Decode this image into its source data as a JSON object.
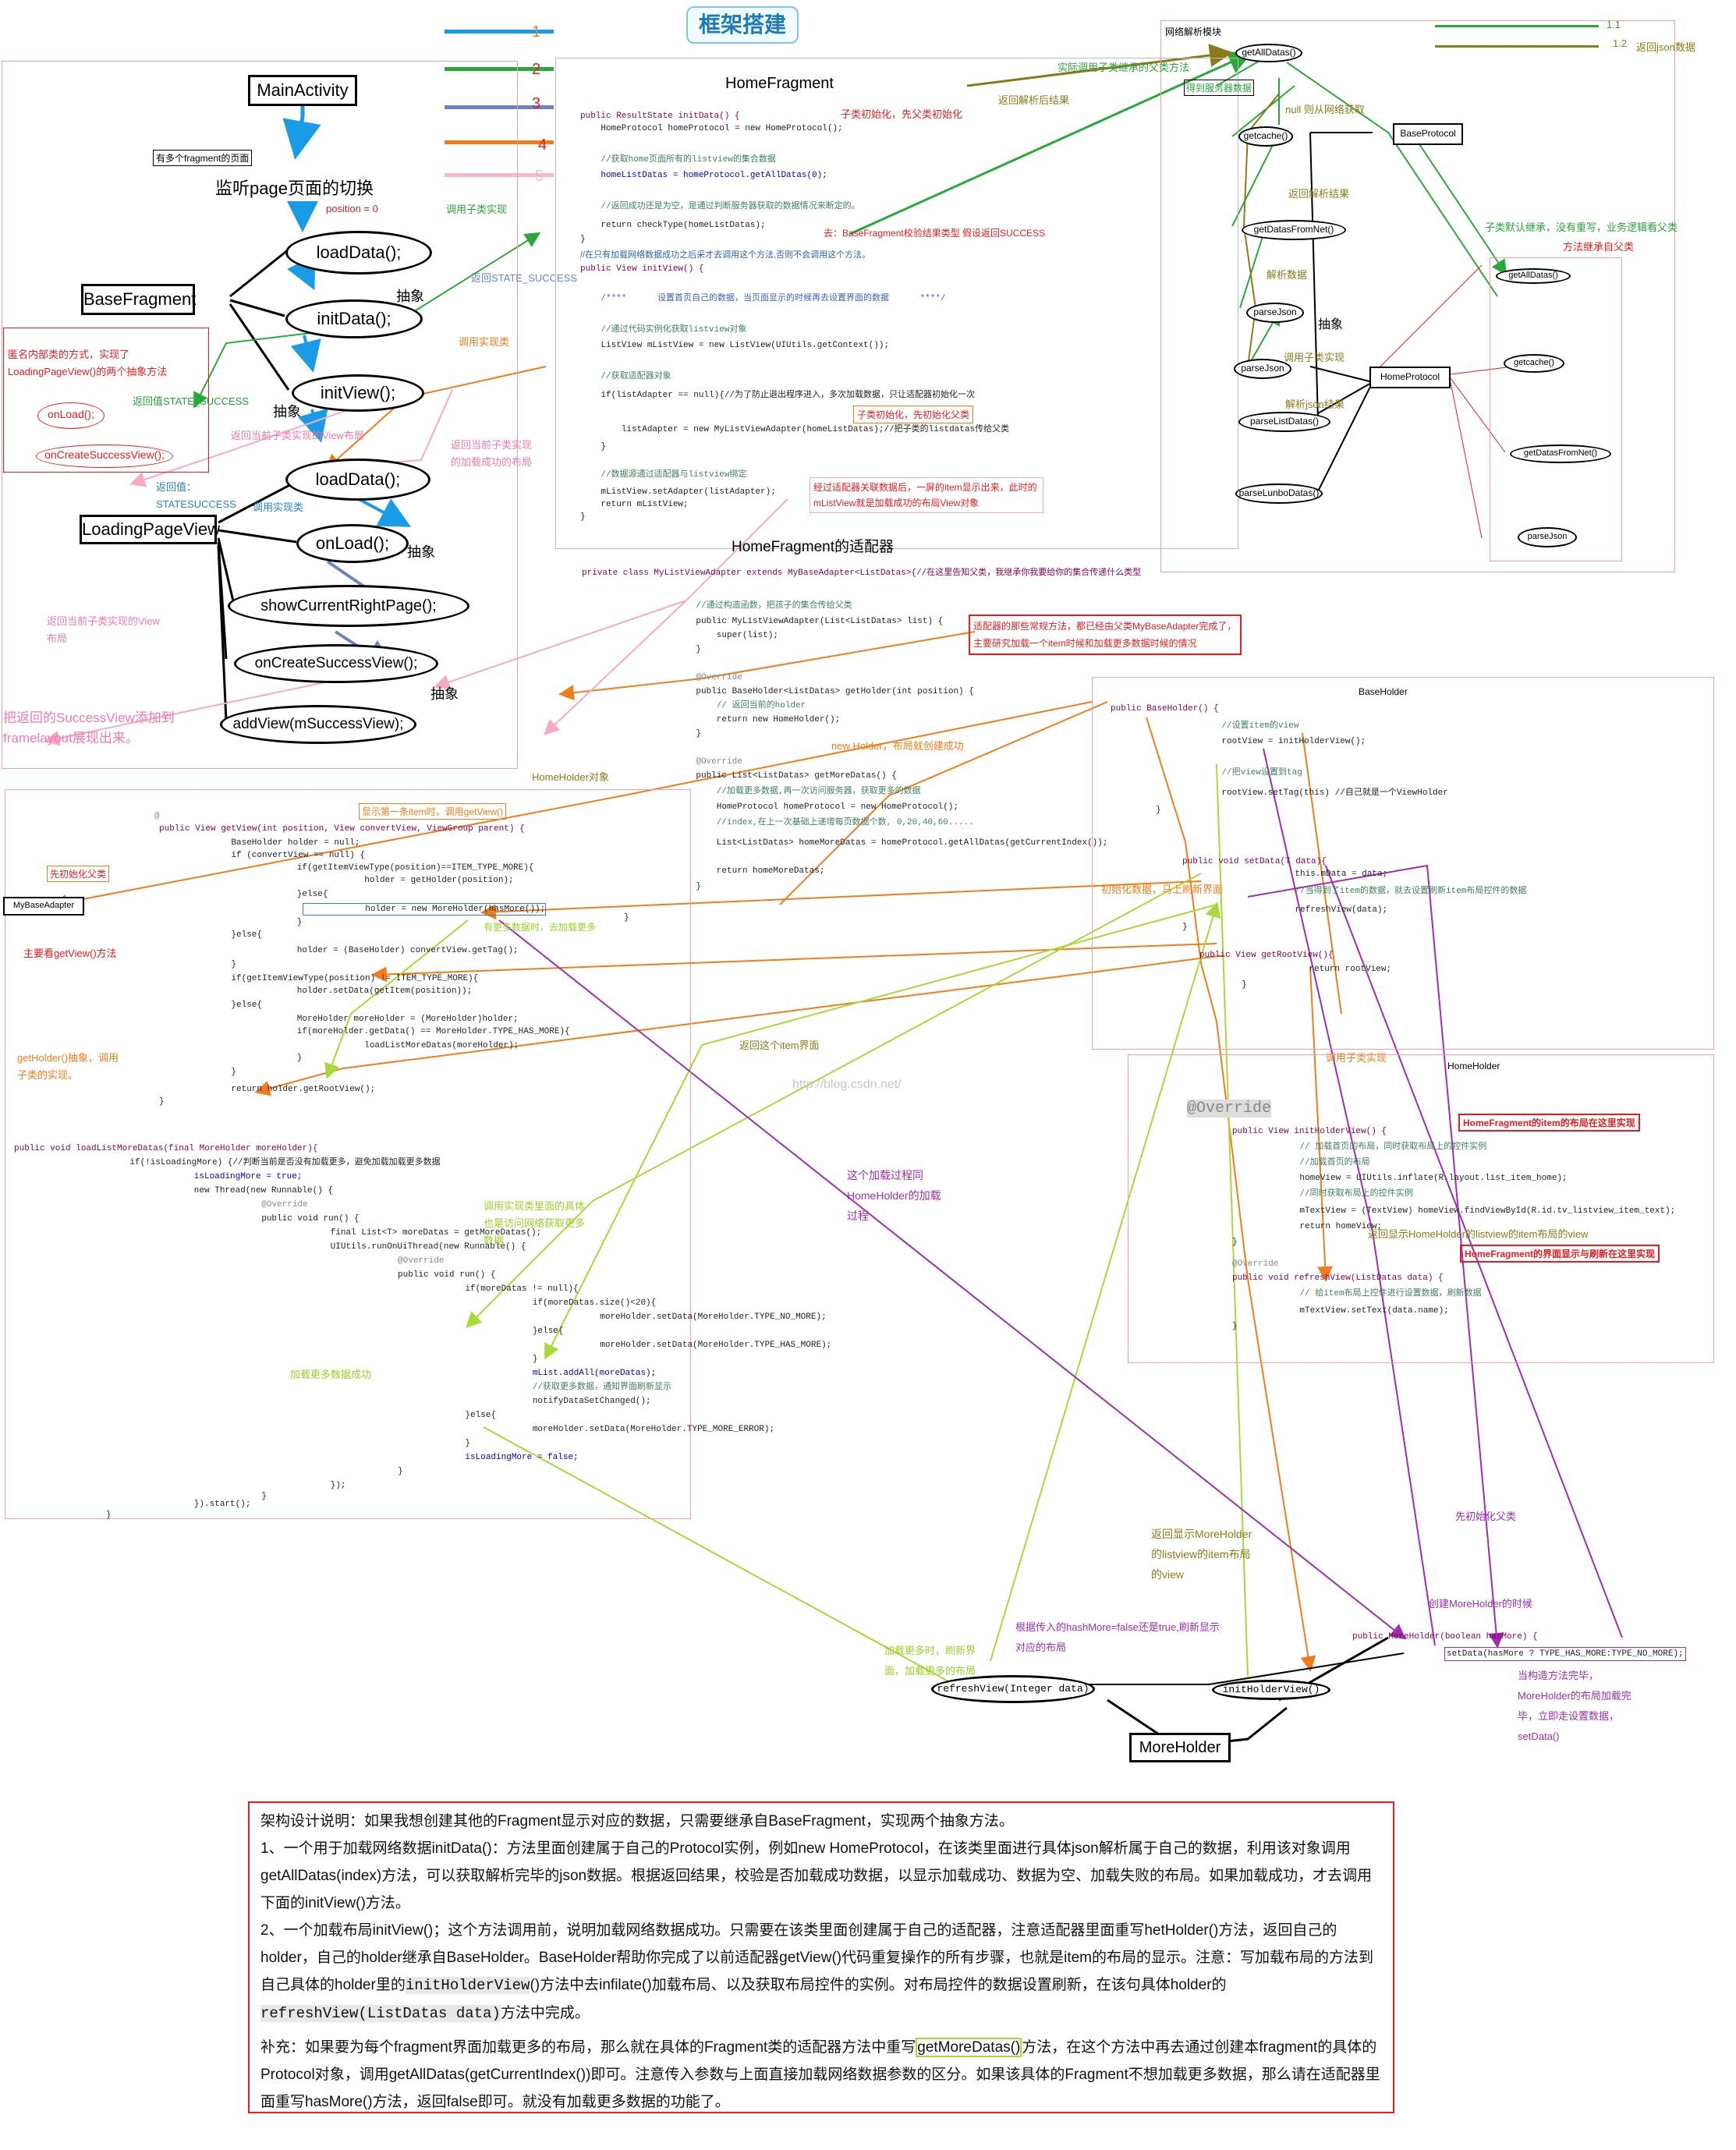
{
  "title": "框架搭建",
  "legend": {
    "items": [
      {
        "num": "1",
        "color": "#1a9be6"
      },
      {
        "num": "2",
        "color": "#2aa83a"
      },
      {
        "num": "3",
        "color": "#6a86c2"
      },
      {
        "num": "4",
        "color": "#f07d1a"
      },
      {
        "num": "5",
        "color": "#f7b8cf"
      }
    ],
    "right_items": [
      {
        "num": "1.1",
        "color": "#2aa83a"
      },
      {
        "num": "1.2",
        "color": "#8a7a18",
        "label": "返回json数据"
      }
    ]
  },
  "left_diagram": {
    "main_activity": "MainActivity",
    "fragment_note": "有多个fragment的页面",
    "page_switch": "监听page页面的切换",
    "position": "position = 0",
    "base_fragment": "BaseFragment",
    "loading_page_view": "LoadingPageView",
    "load_data": "loadData();",
    "init_data": "initData();",
    "init_view": "initView();",
    "load_data2": "loadData();",
    "on_load": "onLoad();",
    "show_current": "showCurrentRightPage();",
    "on_create_success": "onCreateSuccessView();",
    "add_view": "addView(mSuccessView);",
    "on_load_small": "onLoad();",
    "on_create_small": "onCreateSuccessView();",
    "abstract1": "抽象",
    "abstract2": "抽象",
    "abstract3": "抽象",
    "abstract4": "抽象",
    "anon_note": "匿名内部类的方式，实现了LoadingPageView()的两个抽象方法",
    "return_state": "返回值STATE_SUCCESS",
    "return_value": "返回值：STATESUCCESS",
    "call_impl": "调用实现类",
    "call_impl2": "调用实现类",
    "call_impl3": "调用子类实现",
    "return_view": "返回当前子类实现的View布局",
    "return_view2": "返回当前子类实现的View布局",
    "return_view3": "返回当前子类实现的加载成功的布局",
    "success_add": "把返回的SuccessView添加到framelayout展现出来。",
    "return_state2": "返回STATE_SUCCESS"
  },
  "home_fragment": {
    "title": "HomeFragment",
    "code": [
      "public ResultState initData() {",
      "    HomeProtocol homeProtocol = new HomeProtocol();",
      "    //获取home页面所有的listview的集合数据",
      "    homeListDatas = homeProtocol.getAllDatas(0);",
      "    //返回成功还是为空，是通过判断服务器获取的数据情况来断定的。",
      "    return checkType(homeListDatas);",
      "}",
      "//在只有加载网络数据成功之后采才去调用这个方法,否则不会调用这个方法。",
      "public View initView() {",
      "    /****      设置首页自己的数据，当页面显示的时候再去设置界面的数据      ****/",
      "    //通过代码实例化获取listview对象",
      "    ListView mListView = new ListView(UIUtils.getContext());",
      "    //获取适配器对象",
      "    if(listAdapter == null){//为了防止退出程序进入，多次加载数据，只让适配器初始化一次",
      "        listAdapter = new MyListViewAdapter(homeListDatas);//把子类的listdatas传给父类",
      "    }",
      "    //数据源通过适配器与listview绑定",
      "    mListView.setAdapter(listAdapter);",
      "    return mListView;",
      "}"
    ],
    "ann_child_init": "子类初始化，先父类初始化",
    "ann_check": "去：BaseFragment校验结果类型  假设返回SUCCESS",
    "ann_child_init2": "子类初始化，先初始化父类",
    "ann_adapter": "经过适配器关联数据后，一屏的item显示出来，此时的mListView就是加载成功的布局View对象"
  },
  "adapter": {
    "title": "HomeFragment的适配器",
    "code": [
      "private class MyListViewAdapter extends MyBaseAdapter<ListDatas>{//在这里告知父类，我继承你我要给你的集合传递什么类型",
      "    //通过构造函数，把孩子的集合传给父类",
      "    public MyListViewAdapter(List<ListDatas> list) {",
      "        super(list);",
      "    }",
      "    @Override",
      "    public BaseHolder<ListDatas> getHolder(int position) {",
      "        // 返回当前的holder",
      "        return new HomeHolder();",
      "    }",
      "    @Override",
      "    public List<ListDatas> getMoreDatas() {",
      "        //加载更多数据,再一次访问服务器，获取更多的数据",
      "        HomeProtocol homeProtocol = new HomeProtocol();",
      "        //index,在上一次基础上递增每页数据个数, 0,20,40,60.....",
      "        List<ListDatas> homeMoreDatas = homeProtocol.getAllDatas(getCurrentIndex());",
      "        return homeMoreDatas;",
      "    }",
      "}"
    ],
    "ann_adapter": "适配器的那些常规方法，都已经由父类MyBaseAdapter完成了，主要研究加载一个item时候和加载更多数据时候的情况",
    "ann_holder": "new Holder，布局就创建成功",
    "ann_home_holder": "HomeHolder对象"
  },
  "network": {
    "title": "网络解析模块",
    "get_all_datas": "getAllDatas()",
    "get_cache": "getcache()",
    "get_datas_from_net": "getDatasFromNet()",
    "parse_json": "parseJson",
    "parse_json2": "parseJson",
    "parse_list": "parseListDatas()",
    "parse_lunbo": "parseLunboDatas()",
    "base_protocol": "BaseProtocol",
    "home_protocol": "HomeProtocol",
    "abstract": "抽象",
    "ann_server": "得到服务器数据",
    "ann_null": "null  则从网络获取",
    "ann_return_parse": "返回解析后结果",
    "ann_return_parse2": "返回解析结果",
    "ann_parse_data": "解析数据",
    "ann_call_child": "调用子类实现",
    "ann_parse_json": "解析json结果",
    "ann_default": "子类默认继承，没有重写，业务逻辑看父类",
    "ann_method": "方法继承自父类",
    "ann_call_parent": "实际调用子类继承的父类方法",
    "ann_return_parse3": "返回解析后结果",
    "right_get_all": "getAllDatas()",
    "right_get_cache": "getcache()",
    "right_get_net": "getDatasFromNet()",
    "right_parse": "parseJson"
  },
  "my_base_adapter": {
    "label": "MyBaseAdapter",
    "code": [
      "@",
      "public View getView(int position, View convertView, ViewGroup parent) {",
      "    BaseHolder holder = null;",
      "    if (convertView == null) {",
      "        if(getItemViewType(position)==ITEM_TYPE_MORE){",
      "            holder = getHolder(position);",
      "        }else{",
      "            holder = new MoreHolder(hasMore());",
      "        }",
      "    }else{",
      "        holder = (BaseHolder) convertView.getTag();",
      "    }",
      "    if(getItemViewType(position) != ITEM_TYPE_MORE){",
      "        holder.setData(getItem(position));",
      "    }else{",
      "        MoreHolder moreHolder = (MoreHolder)holder;",
      "        if(moreHolder.getData() == MoreHolder.TYPE_HAS_MORE){",
      "            loadListMoreDatas(moreHolder);",
      "        }",
      "    }",
      "    return holder.getRootView();",
      "}"
    ],
    "code2": [
      "public void loadListMoreDatas(final MoreHolder moreHolder){",
      "    if(!isLoadingMore) {//判断当前是否没有加载更多，避免加载加载更多数据",
      "        isLoadingMore = true;",
      "        new Thread(new Runnable() {",
      "            @Override",
      "            public void run() {",
      "                final List<T> moreDatas = getMoreDatas();",
      "                UIUtils.runOnUiThread(new Runnable() {",
      "                    @Override",
      "                    public void run() {",
      "                        if(moreDatas != null){",
      "                            if(moreDatas.size()<20){",
      "                                moreHolder.setData(MoreHolder.TYPE_NO_MORE);",
      "                            }else{",
      "                                moreHolder.setData(MoreHolder.TYPE_HAS_MORE);",
      "                            }",
      "                            mList.addAll(moreDatas);",
      "                            //获取更多数据，通知界面刷新显示",
      "                            notifyDataSetChanged();",
      "                        }else{",
      "                            moreHolder.setData(MoreHolder.TYPE_MORE_ERROR);",
      "                        }",
      "                        isLoadingMore = false;",
      "                    }",
      "                });",
      "            }",
      "        }).start();",
      "}"
    ],
    "ann_show_item": "显示第一条item时，调用getView()",
    "ann_init_parent": "先初始化父类",
    "ann_main": "主要看getView()方法",
    "ann_get_holder": "getHolder()抽象，调用子类的实现。",
    "ann_more": "有更多数据时，去加载更多",
    "ann_return_item": "返回这个item界面",
    "ann_call_impl": "调用实现类里面的具体也是访问网络获取更多数据",
    "ann_load_success": "加载更多数据成功"
  },
  "base_holder": {
    "title": "BaseHolder",
    "code": [
      "public BaseHolder() {",
      "    //设置item的view",
      "    rootView = initHolderView();",
      "    //把view设置到tag",
      "    rootView.setTag(this) //自己就是一个ViewHolder",
      "}",
      "public void setData(T data){",
      "    this.mData = data;",
      "    //当得到了item的数据，就去设置刷新item布局控件的数据",
      "    refreshView(data);",
      "}",
      "public View getRootView(){",
      "    return rootView;",
      "}"
    ],
    "ann_init": "初始化数据，马上刷新界面",
    "ann_call_child": "调用子类实现"
  },
  "home_holder": {
    "title": "HomeHolder",
    "override": "@Override",
    "code": [
      "public View initHolderView() {",
      "    // 加载首页的布局，同时获取布局上的控件实例",
      "    //加载首页的布局",
      "    homeView = UIUtils.inflate(R.layout.list_item_home);",
      "    //同时获取布局上的控件实例",
      "    mTextView = (TextView) homeView.findViewById(R.id.tv_listview_item_text);",
      "    return homeView;",
      "}",
      "@Override",
      "public void refreshView(ListDatas data) {",
      "    // 给item布局上控件进行设置数据，刷新数据",
      "    mTextView.setText(data.name);",
      "}"
    ],
    "ann_layout": "HomeFragment的item的布局在这里实现",
    "ann_return": "返回显示HomeHolder的listview的item布局的view",
    "ann_refresh": "HomeFragment的界面显示与刷新在这里实现"
  },
  "more_holder": {
    "label": "MoreHolder",
    "refresh_view": "refreshView(Integer data)",
    "init_holder_view": "initHolderView()",
    "ctor_code": "public MoreHolder(boolean hasMore) {",
    "set_data_code": "setData(hasMore ? TYPE_HAS_MORE:TYPE_NO_MORE);",
    "ann_process": "这个加载过程同HomeHolder的加载过程",
    "ann_return": "返回显示MoreHolder的listview的item布局的view",
    "ann_init_parent": "先初始化父类",
    "ann_create": "创建MoreHolder的时候",
    "ann_construct": "当构造方法完毕，MoreHolder的布局加载完毕，立即走设置数据，setData()",
    "ann_has_more": "根据传入的hashMore=false还是true,刷新显示对应的布局",
    "ann_load_more": "加载更多时，刷新界面，加载更多的布局"
  },
  "watermark": "http://blog.csdn.net/",
  "description": {
    "p1": "架构设计说明：如果我想创建其他的Fragment显示对应的数据，只需要继承自BaseFragment，实现两个抽象方法。",
    "p2": "1、一个用于加载网络数据initData()：方法里面创建属于自己的Protocol实例，例如new HomeProtocol，在该类里面进行具体json解析属于自己的数据，利用该对象调用getAllDatas(index)方法，可以获取解析完毕的json数据。根据返回结果，校验是否加载成功数据，以显示加载成功、数据为空、加载失败的布局。如果加载成功，才去调用下面的initView()方法。",
    "p3a": "2、一个加载布局initView()；这个方法调用前，说明加载网络数据成功。只需要在该类里面创建属于自己的适配器，注意适配器里面重写hetHolder()方法，返回自己的holder，自己的holder继承自BaseHolder。BaseHolder帮助你完成了以前适配器getView()代码重复操作的所有步骤，也就是item的布局的显示。注意：写加载布局的方法到自己具体的holder里的",
    "p3_code1": "initHolderView",
    "p3b": "()方法中去infilate()加载布局、以及获取布局控件的实例。对布局控件的数据设置刷新，在该句具体holder的",
    "p3_code2": "refreshView(ListDatas data)",
    "p3c": "方法中完成。",
    "p4a": "补充：如果要为每个fragment界面加载更多的布局，那么就在具体的Fragment类的适配器方法中重写",
    "p4_code": "getMoreDatas()",
    "p4b": "方法，在这个方法中再去通过创建本fragment的具体的Protocol对象，调用getAllDatas(getCurrentIndex())即可。注意传入参数与上面直接加载网络数据参数的区分。如果该具体的Fragment不想加载更多数据，那么请在适配器里面重写hasMore()方法，返回false即可。就没有加载更多数据的功能了。"
  }
}
